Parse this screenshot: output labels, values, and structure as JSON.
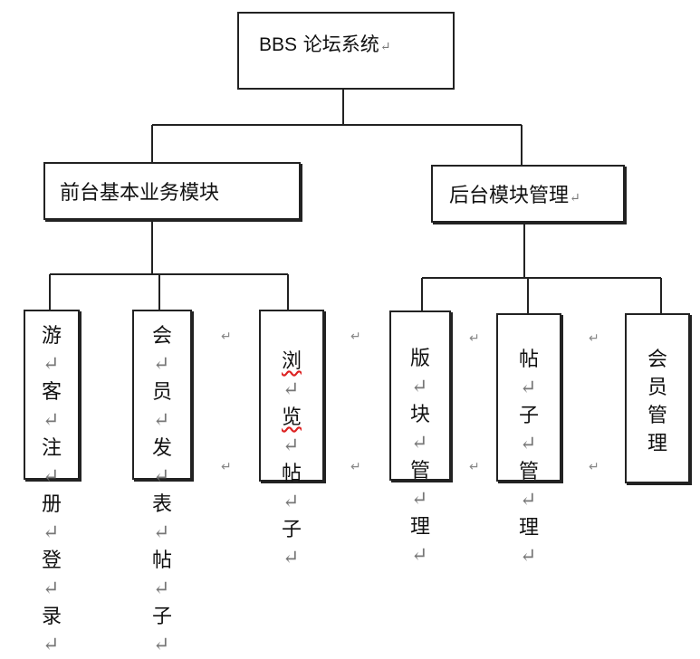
{
  "root": {
    "title_latin": "BBS",
    "title_cjk": "论坛系统",
    "return_mark": "↵"
  },
  "front": {
    "title": "前台基本业务模块"
  },
  "back": {
    "title": "后台模块管理",
    "return_mark": "↵"
  },
  "leaves": [
    {
      "chars": [
        "游",
        "客",
        "注",
        "册",
        "登",
        "录"
      ]
    },
    {
      "chars": [
        "会",
        "员",
        "发",
        "表",
        "帖",
        "子"
      ]
    },
    {
      "chars": [
        "浏",
        "览",
        "帖",
        "子"
      ]
    },
    {
      "chars": [
        "版",
        "块",
        "管",
        "理"
      ]
    },
    {
      "chars": [
        "帖",
        "子",
        "管",
        "理"
      ]
    },
    {
      "chars": [
        "会",
        "员",
        "管",
        "理"
      ]
    }
  ],
  "stray_mark": "↵"
}
